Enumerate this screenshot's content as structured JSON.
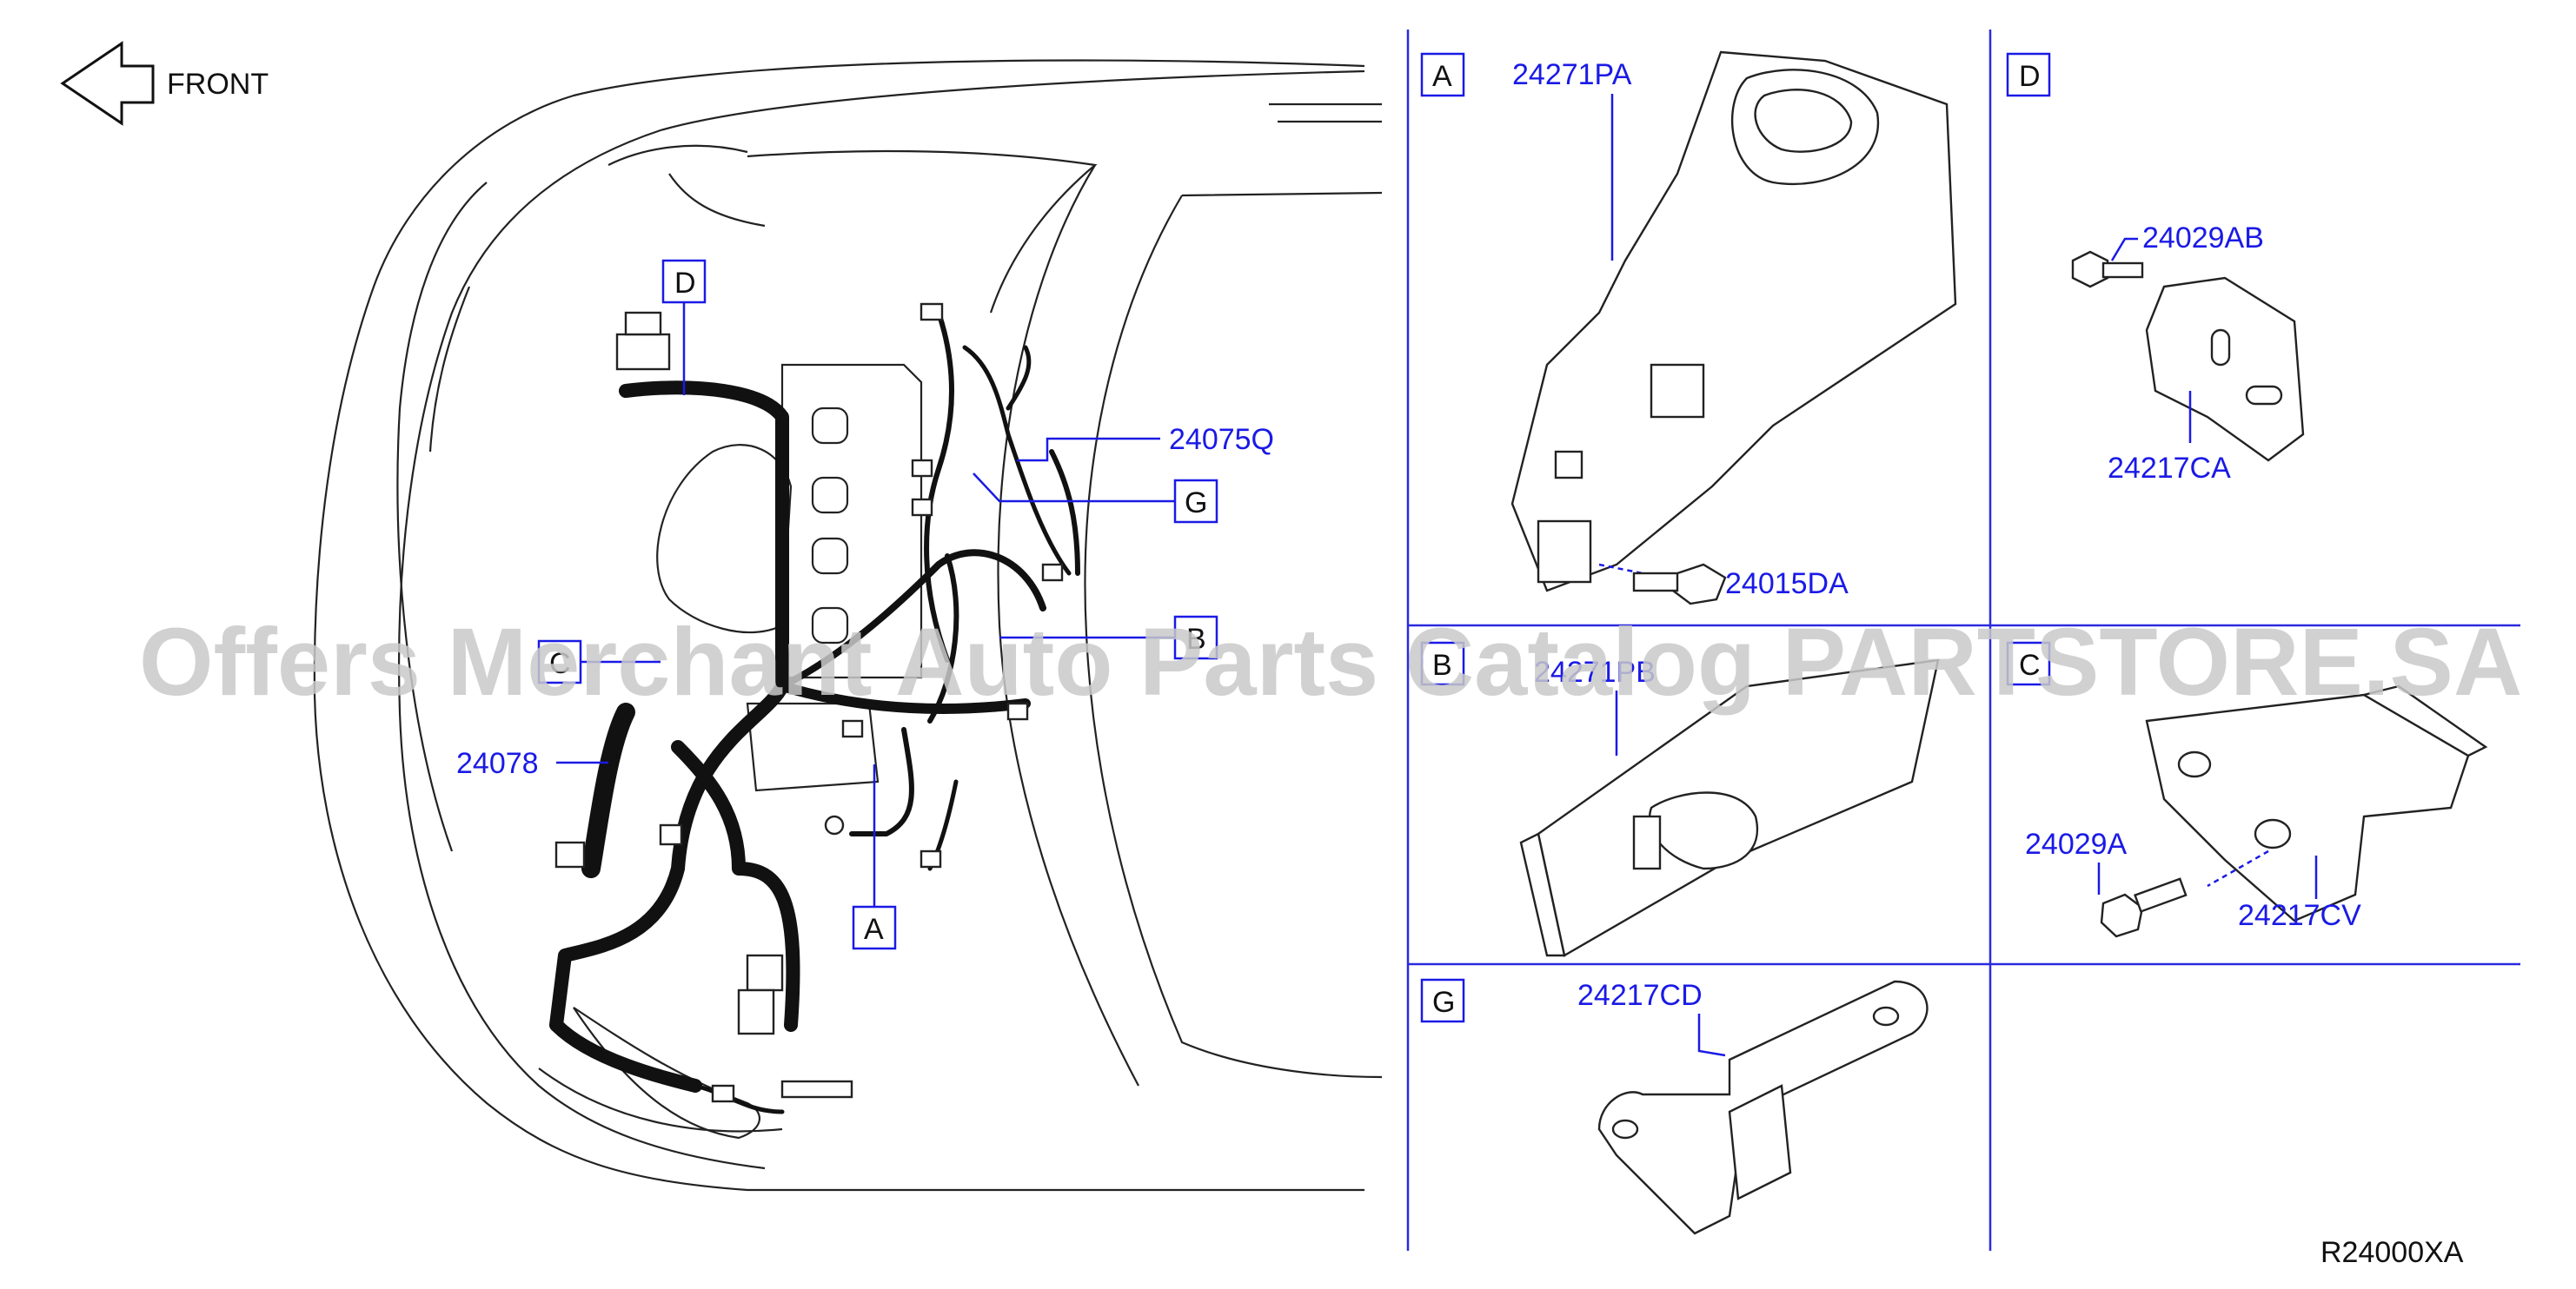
{
  "header": {
    "direction_label": "FRONT"
  },
  "main_view": {
    "callouts": {
      "harness_front": "24078",
      "harness_sub": "24075Q",
      "box_A": "A",
      "box_B": "B",
      "box_C": "C",
      "box_D": "D",
      "box_G": "G"
    }
  },
  "details": {
    "A": {
      "letter": "A",
      "parts": [
        "24271PA",
        "24015DA"
      ]
    },
    "B": {
      "letter": "B",
      "parts": [
        "24271PB"
      ]
    },
    "C": {
      "letter": "C",
      "parts": [
        "24029A",
        "24217CV"
      ]
    },
    "D": {
      "letter": "D",
      "parts": [
        "24029AB",
        "24217CA"
      ]
    },
    "G": {
      "letter": "G",
      "parts": [
        "24217CD"
      ]
    }
  },
  "footer": {
    "diagram_code": "R24000XA"
  },
  "watermark": {
    "text": "Offers Merchant Auto Parts Catalog PARTSTORE.SA"
  },
  "colors": {
    "callout_blue": "#1a1ae6",
    "line_black": "#111111",
    "watermark_gray": "#c9c9c9"
  }
}
